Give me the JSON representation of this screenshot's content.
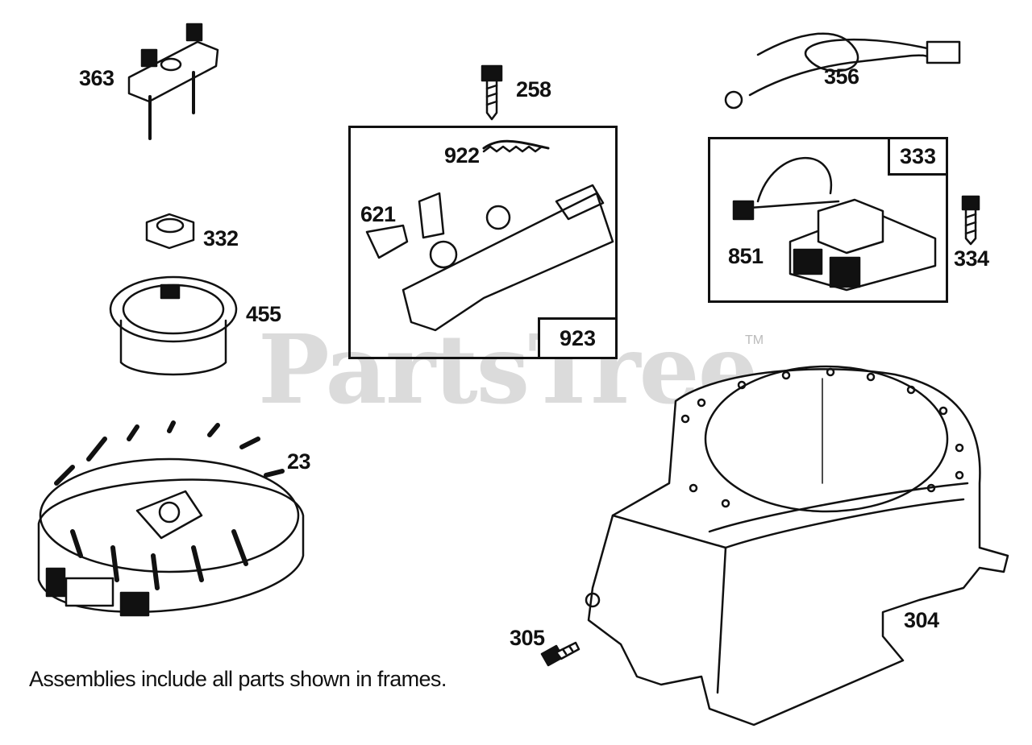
{
  "note": "Assemblies include all parts shown in frames.",
  "watermark": {
    "brand": "PartsTree",
    "tm": "TM"
  },
  "parts": {
    "p363": "363",
    "p258": "258",
    "p356": "356",
    "p922": "922",
    "p621": "621",
    "p923": "923",
    "p333": "333",
    "p851": "851",
    "p334": "334",
    "p332": "332",
    "p455": "455",
    "p23": "23",
    "p304": "304",
    "p305": "305"
  },
  "colors": {
    "line": "#111111",
    "watermark": "#cfcfcf",
    "background": "#ffffff"
  }
}
